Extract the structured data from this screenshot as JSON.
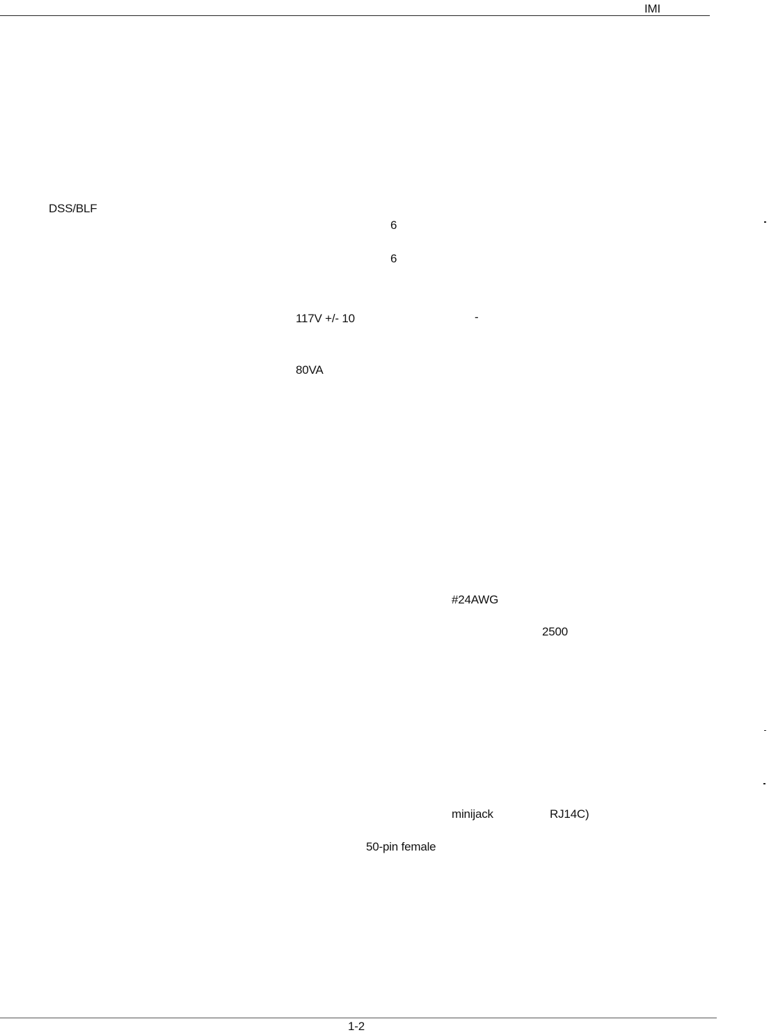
{
  "header": {
    "code": "IMI"
  },
  "body": {
    "fragments": [
      "DSS/BLF",
      "6",
      "6",
      "117V +/- 10",
      "-",
      "80VA",
      "#24AWG",
      "2500",
      "minijack",
      "RJ14C)",
      "50-pin female"
    ]
  },
  "footer": {
    "page_number": "1-2"
  }
}
